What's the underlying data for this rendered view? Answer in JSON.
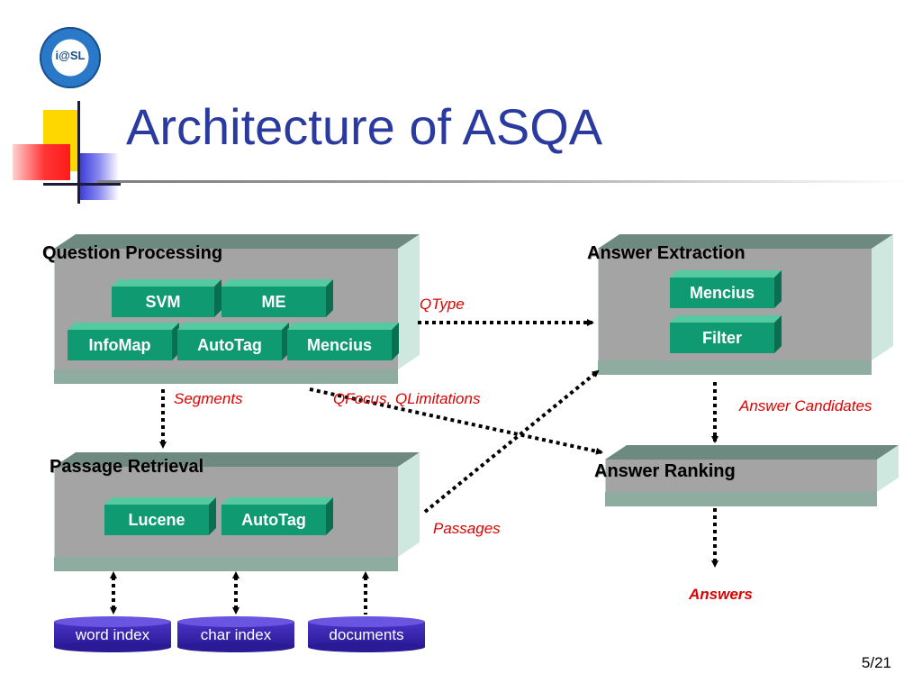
{
  "title": "Architecture of ASQA",
  "logo": {
    "text": "i@SL"
  },
  "boxes": {
    "question_processing": {
      "label": "Question Processing",
      "components": [
        "SVM",
        "ME",
        "InfoMap",
        "AutoTag",
        "Mencius"
      ]
    },
    "answer_extraction": {
      "label": "Answer Extraction",
      "components": [
        "Mencius",
        "Filter"
      ]
    },
    "passage_retrieval": {
      "label": "Passage Retrieval",
      "components": [
        "Lucene",
        "AutoTag"
      ]
    },
    "answer_ranking": {
      "label": "Answer Ranking"
    }
  },
  "edge_labels": {
    "qtype": "QType",
    "segments": "Segments",
    "qfocus": "QFocus, QLimitations",
    "answer_candidates": "Answer Candidates",
    "passages": "Passages",
    "answers": "Answers"
  },
  "indexes": [
    "word index",
    "char index",
    "documents"
  ],
  "page_number": "5/21",
  "colors": {
    "title": "#2B3A9E",
    "component": "#0F9A72",
    "box": "#A4A4A4",
    "edge_label": "#E00000",
    "index": "#3A25B0"
  }
}
